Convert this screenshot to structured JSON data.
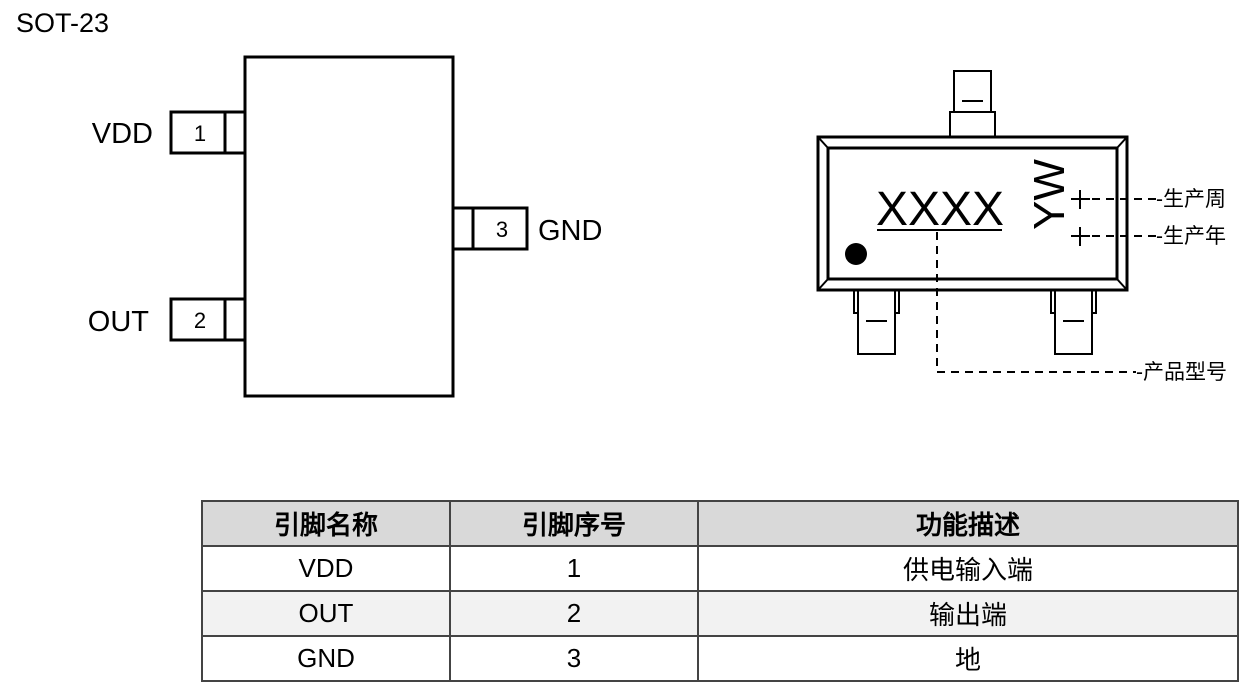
{
  "title": "SOT-23",
  "pinout": {
    "pins": [
      {
        "name": "VDD",
        "number": "1"
      },
      {
        "name": "OUT",
        "number": "2"
      },
      {
        "name": "GND",
        "number": "3"
      }
    ]
  },
  "package": {
    "marking": "XXXX",
    "date_code": "YW",
    "labels": {
      "week": "-生产周",
      "year": "-生产年",
      "model": "-产品型号"
    }
  },
  "table": {
    "headers": [
      "引脚名称",
      "引脚序号",
      "功能描述"
    ],
    "rows": [
      [
        "VDD",
        "1",
        "供电输入端"
      ],
      [
        "OUT",
        "2",
        "输出端"
      ],
      [
        "GND",
        "3",
        "地"
      ]
    ]
  }
}
